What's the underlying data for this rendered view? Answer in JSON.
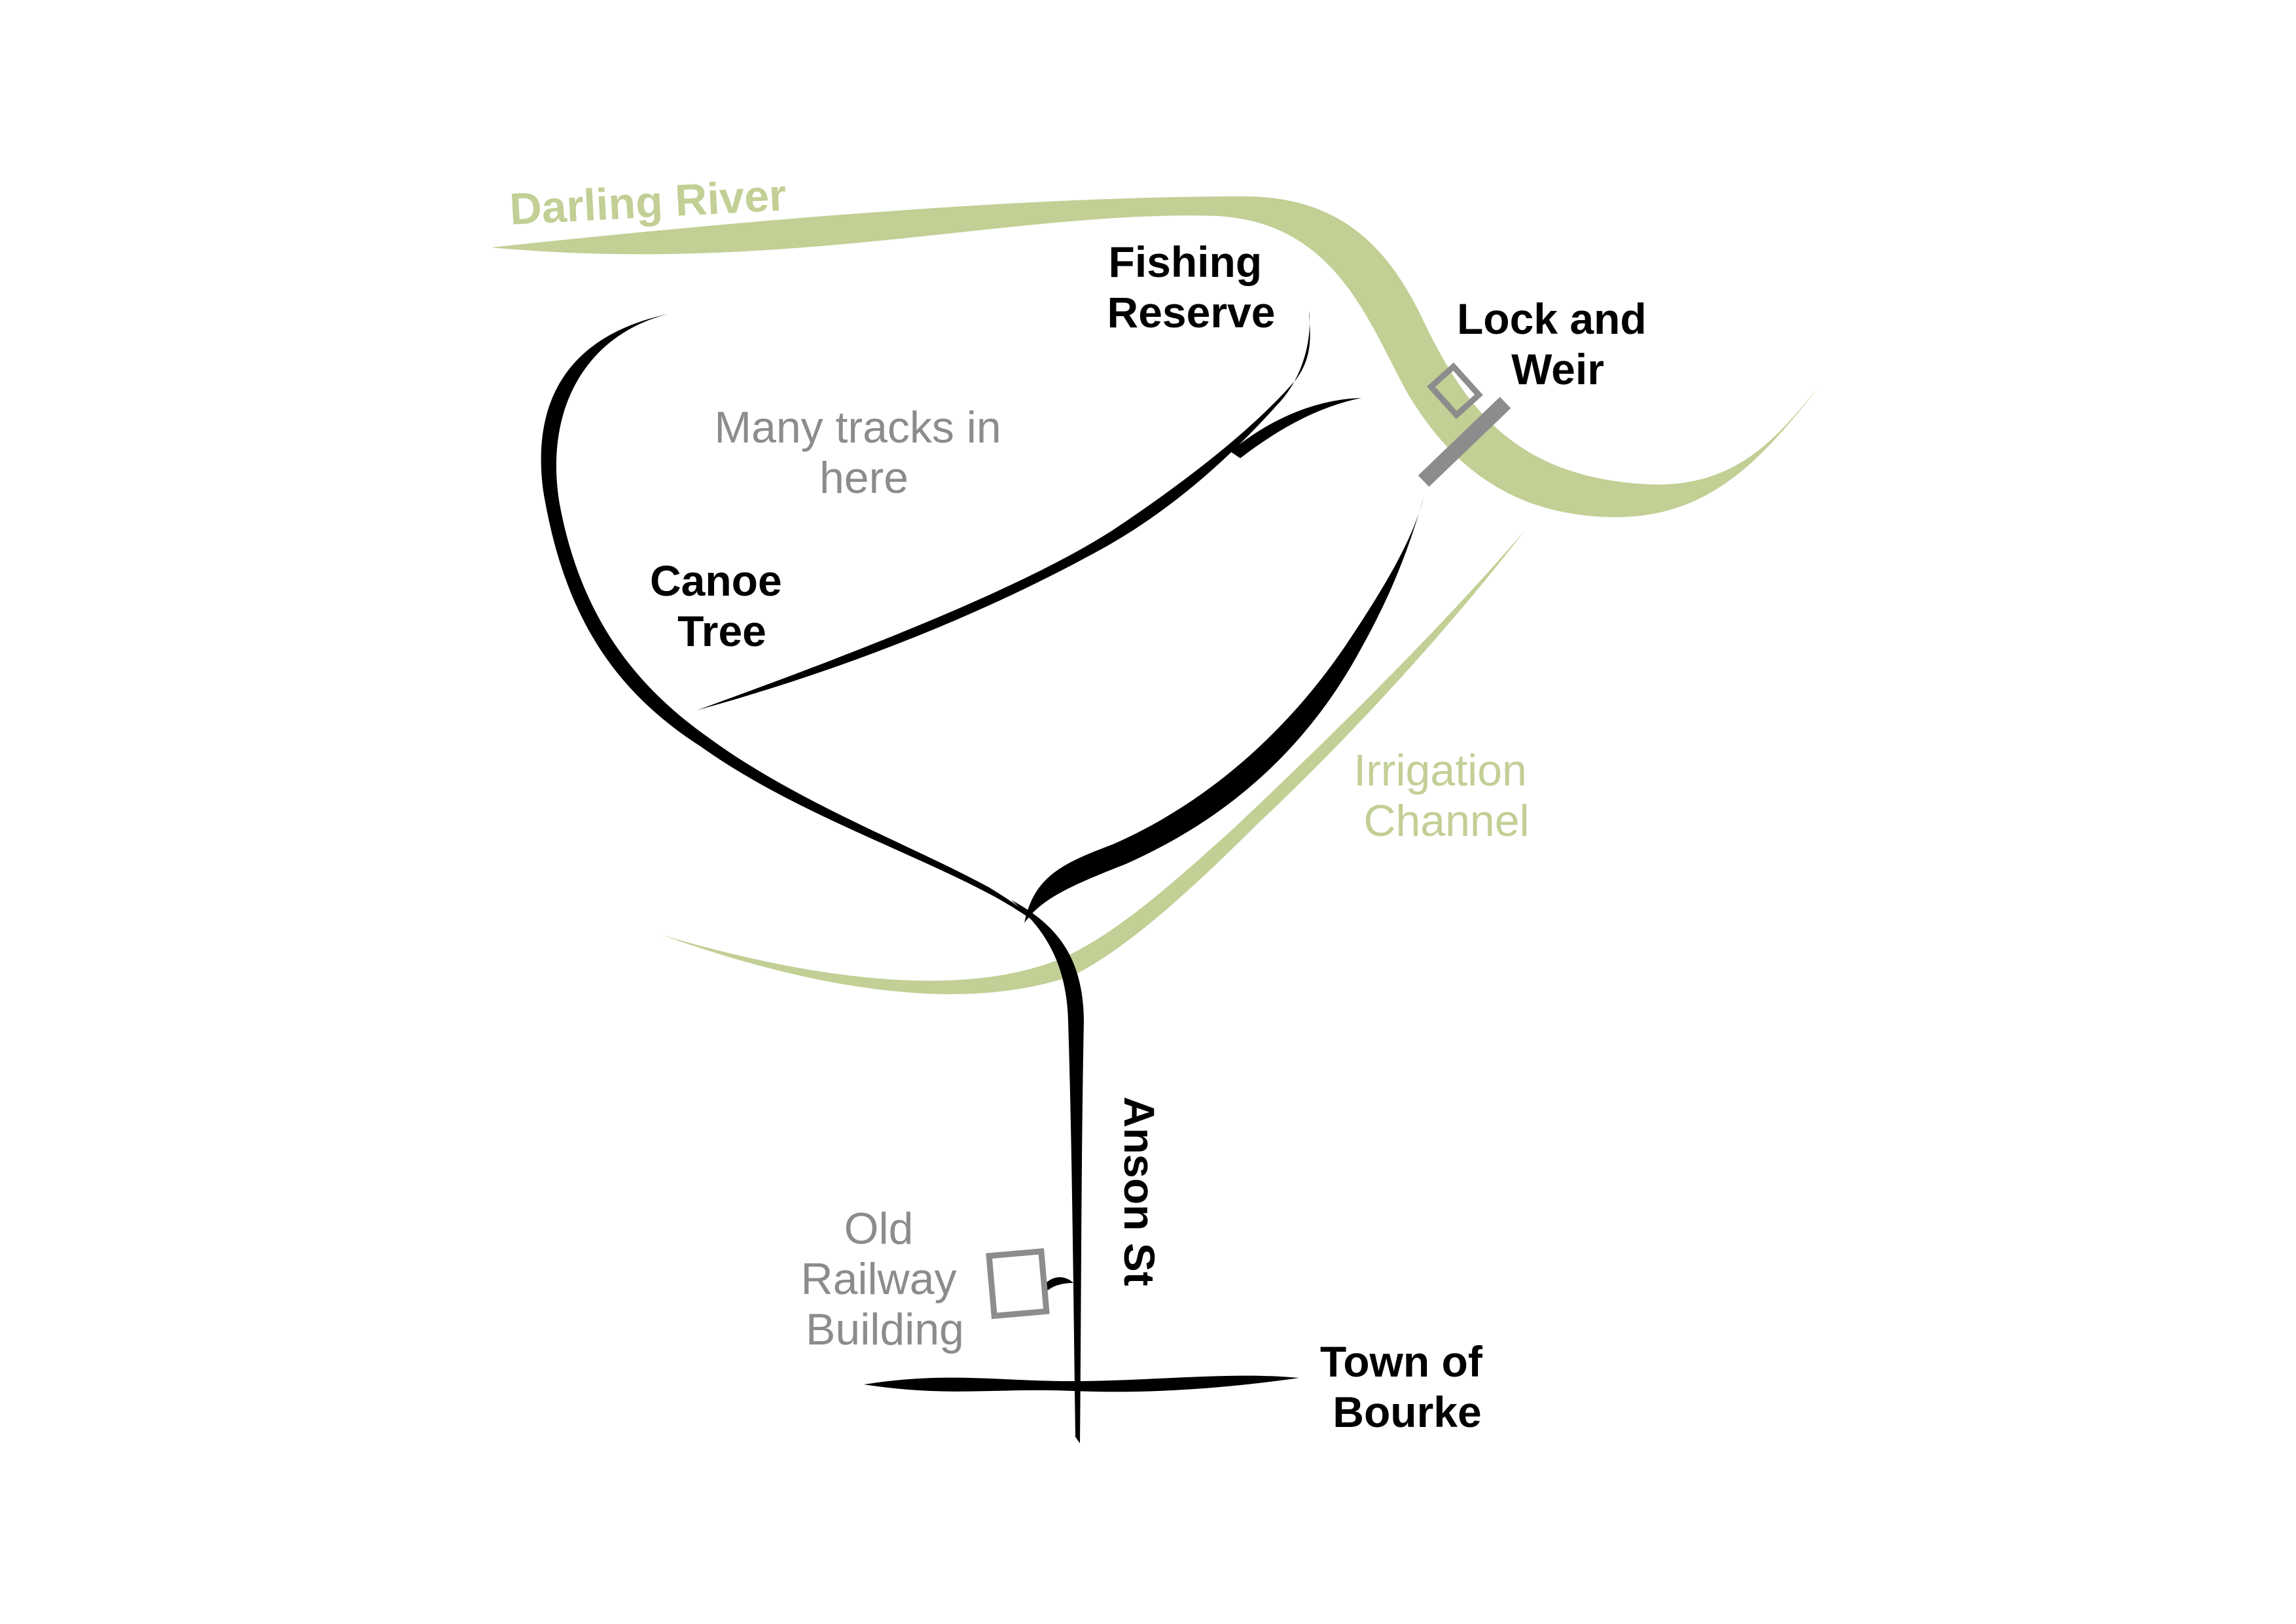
{
  "colors": {
    "road": "#000000",
    "water": "#c2cf95",
    "muted": "#8c8c8c",
    "background": "#ffffff"
  },
  "labels": {
    "darling_river": "Darling River",
    "fishing_reserve": [
      "Fishing",
      "Reserve"
    ],
    "lock_and_weir": [
      "Lock and",
      "Weir"
    ],
    "many_tracks": [
      "Many tracks in",
      "here"
    ],
    "canoe_tree": [
      "Canoe",
      "Tree"
    ],
    "irrigation_channel": [
      "Irrigation",
      "Channel"
    ],
    "anson_st": "Anson St",
    "old_railway_building": [
      "Old",
      "Railway",
      "Building"
    ],
    "town_of_bourke": [
      "Town of",
      "Bourke"
    ]
  }
}
